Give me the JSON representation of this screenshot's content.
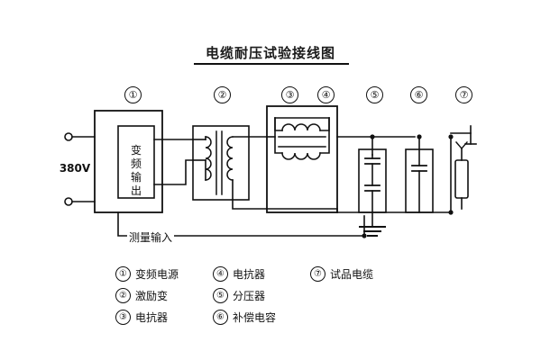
{
  "title": "电缆耐压试验接线图",
  "diagram": {
    "numbers": [
      "①",
      "②",
      "③",
      "④",
      "⑤",
      "⑥",
      "⑦"
    ],
    "source_label": "380V",
    "converter_box_text": "变频输出",
    "measure_input_label": "测量输入"
  },
  "legend": [
    {
      "badge": "①",
      "text": "变频电源"
    },
    {
      "badge": "④",
      "text": "电抗器"
    },
    {
      "badge": "⑦",
      "text": "试品电缆"
    },
    {
      "badge": "②",
      "text": "激励变"
    },
    {
      "badge": "⑤",
      "text": "分压器"
    },
    {
      "badge": "③",
      "text": "电抗器"
    },
    {
      "badge": "⑥",
      "text": "补偿电容"
    }
  ],
  "colors": {
    "line": "#111111",
    "background": "#ffffff",
    "text": "#1a1a1a"
  }
}
